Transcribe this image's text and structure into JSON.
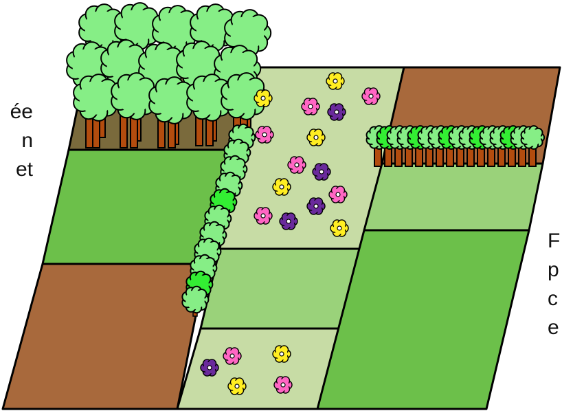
{
  "left_text_fragments": [
    "ée",
    "n",
    "et"
  ],
  "right_text_fragments": [
    "F",
    "p",
    "c",
    "e"
  ],
  "colors": {
    "field_light": "#9ad27a",
    "field_green": "#6cc04a",
    "field_pale": "#c7dca5",
    "soil": "#a8693c",
    "wood_floor": "#7a6a3c",
    "tree_crown": "#86ee86",
    "tree_crown_bright": "#33ee33",
    "trunk": "#b34c0e",
    "outline": "#000000",
    "flower_yellow": "#ffee22",
    "flower_pink": "#ff66c4",
    "flower_purple": "#6a2a9c"
  },
  "icons": [
    "forest-icon",
    "hedgerow-icon",
    "tree-row-icon",
    "flower-icon"
  ]
}
